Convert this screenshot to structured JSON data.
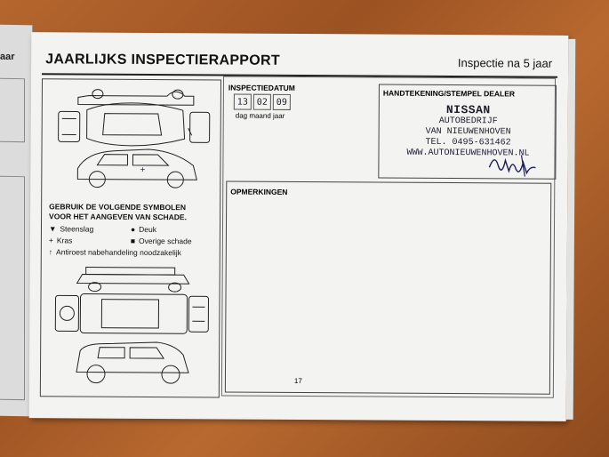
{
  "left_page": {
    "tab_text": "aar"
  },
  "form": {
    "title": "JAARLIJKS INSPECTIERAPPORT",
    "subtitle": "Inspectie na 5 jaar",
    "page_number": "17"
  },
  "legend": {
    "heading_line1": "GEBRUIK DE VOLGENDE SYMBOLEN",
    "heading_line2": "VOOR HET AANGEVEN VAN SCHADE.",
    "items": [
      {
        "symbol": "▼",
        "label": "Steenslag"
      },
      {
        "symbol": "●",
        "label": "Deuk"
      },
      {
        "symbol": "+",
        "label": "Kras"
      },
      {
        "symbol": "■",
        "label": "Overige schade"
      },
      {
        "symbol": "↑",
        "label": "Antiroest nabehandeling noodzakelijk"
      }
    ]
  },
  "inspection_date": {
    "label": "INSPECTIEDATUM",
    "day": "13",
    "month": "02",
    "year": "09",
    "caption": "dag maand jaar"
  },
  "dealer": {
    "label": "HANDTEKENING/STEMPEL DEALER",
    "stamp_name": "NISSAN",
    "stamp_line1": "AUTOBEDRIJF",
    "stamp_line2": "VAN NIEUWENHOVEN",
    "stamp_phone": "TEL. 0495-631462",
    "stamp_web": "WWW.AUTONIEUWENHOVEN.NL"
  },
  "remarks": {
    "label": "OPMERKINGEN"
  }
}
